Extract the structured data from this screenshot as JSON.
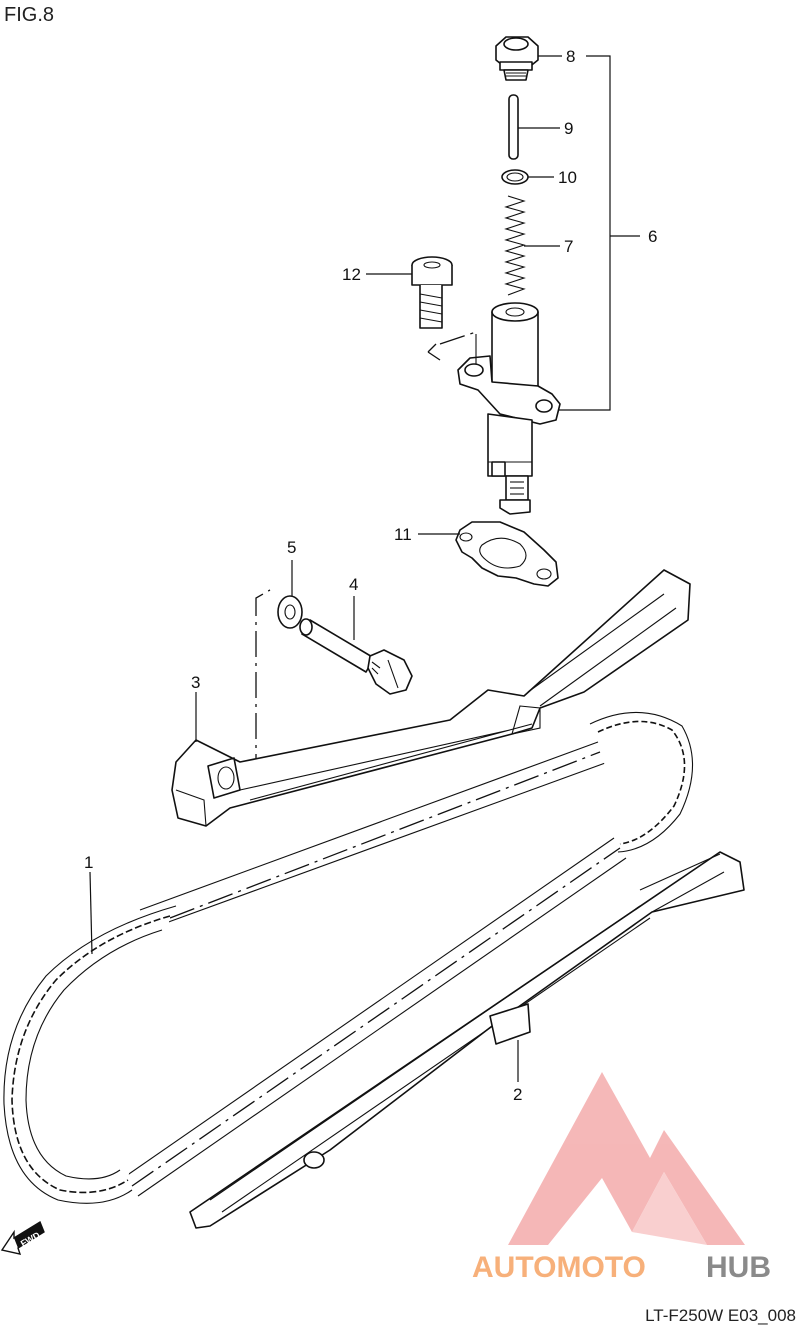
{
  "figure": {
    "title": "FIG.8",
    "code": "LT-F250W E03_008"
  },
  "callouts": [
    "1",
    "2",
    "3",
    "4",
    "5",
    "6",
    "7",
    "8",
    "9",
    "10",
    "11",
    "12"
  ],
  "fwd_label": "FWD",
  "watermark": {
    "part1": "AUTOMOTO",
    "part2": "HUB",
    "color1": "#f7b07a",
    "color2": "#8a8a8a",
    "logo_color": "#f2a0a0"
  }
}
